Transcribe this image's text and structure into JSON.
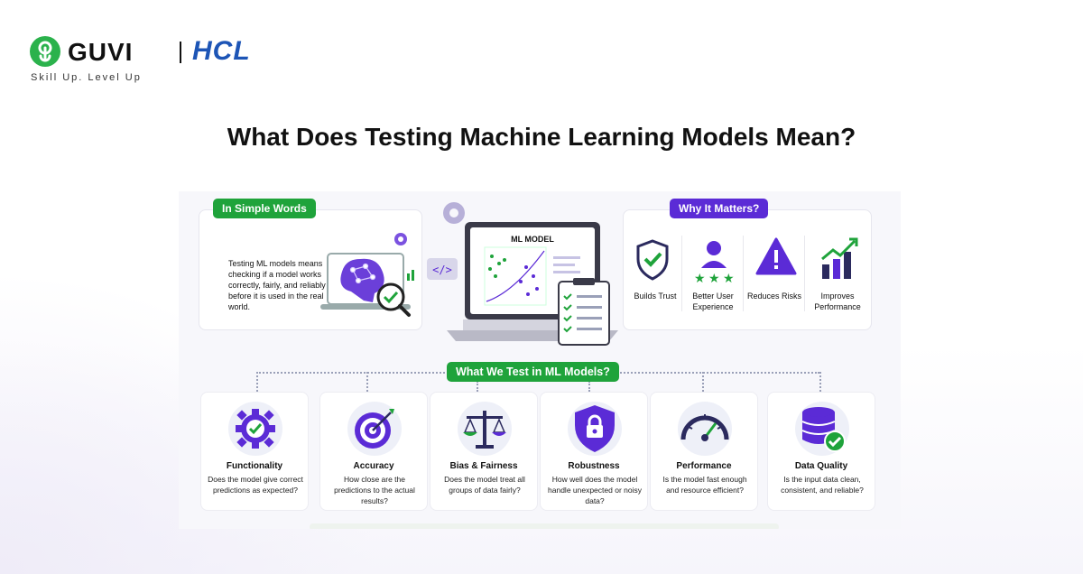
{
  "brand": {
    "guvi": "GUVI",
    "hcl": "HCL",
    "tagline": "Skill Up. Level Up"
  },
  "title": "What Does Testing Machine Learning Models Mean?",
  "simple": {
    "heading": "In Simple Words",
    "text": "Testing ML models means checking if a model works correctly, fairly, and reliably before it is used in the real world."
  },
  "center": {
    "screen_label": "ML MODEL"
  },
  "why": {
    "heading": "Why It Matters?",
    "items": [
      {
        "label": "Builds Trust",
        "icon": "shield-check-icon"
      },
      {
        "label": "Better User Experience",
        "icon": "user-stars-icon"
      },
      {
        "label": "Reduces Risks",
        "icon": "warning-icon"
      },
      {
        "label": "Improves Performance",
        "icon": "growth-chart-icon"
      }
    ]
  },
  "what": {
    "heading": "What We Test in ML Models?",
    "items": [
      {
        "title": "Functionality",
        "desc": "Does the model give correct predictions as expected?",
        "icon": "gear-check-icon"
      },
      {
        "title": "Accuracy",
        "desc": "How close are the predictions to the actual results?",
        "icon": "target-icon"
      },
      {
        "title": "Bias & Fairness",
        "desc": "Does the model treat all groups of data fairly?",
        "icon": "scale-icon"
      },
      {
        "title": "Robustness",
        "desc": "How well does the model handle unexpected or noisy data?",
        "icon": "lock-shield-icon"
      },
      {
        "title": "Performance",
        "desc": "Is the model fast enough and resource efficient?",
        "icon": "speedometer-icon"
      },
      {
        "title": "Data Quality",
        "desc": "Is the input data clean, consistent, and reliable?",
        "icon": "database-check-icon"
      }
    ]
  },
  "colors": {
    "green": "#1fa33b",
    "purple": "#5b2bd6",
    "hcl_blue": "#1d55b6"
  }
}
